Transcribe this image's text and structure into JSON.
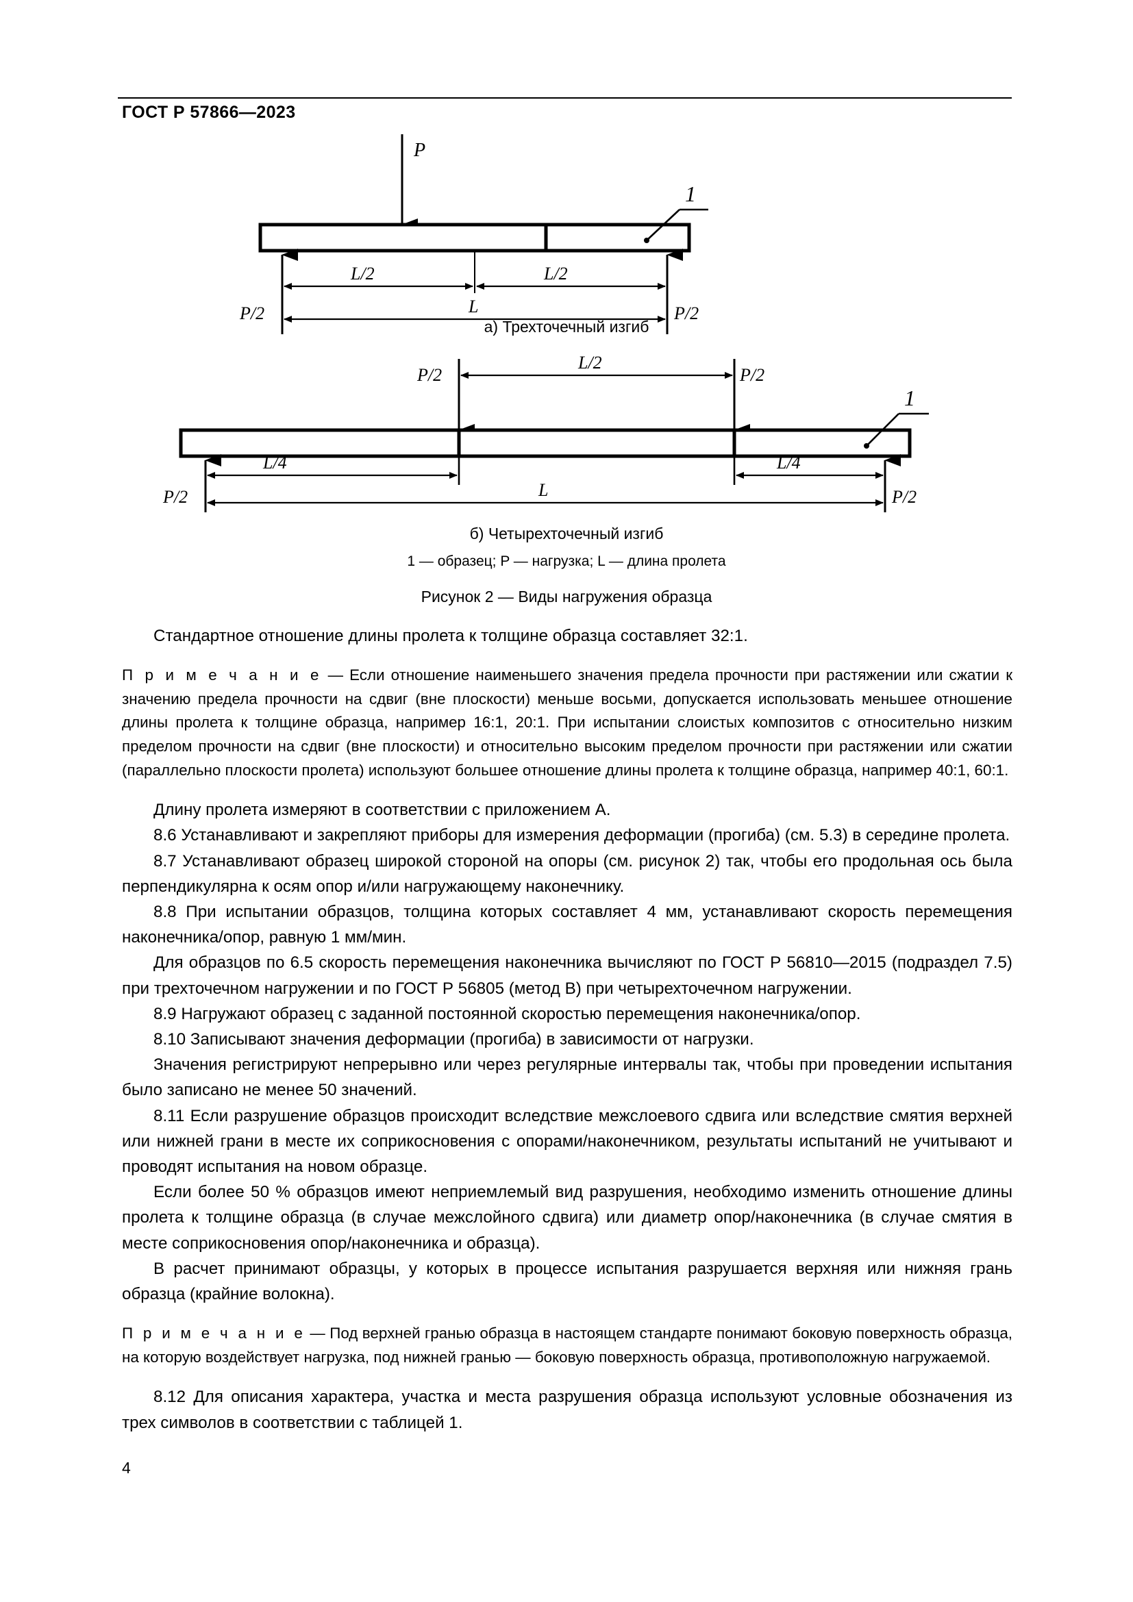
{
  "header": {
    "standard": "ГОСТ Р 57866—2023"
  },
  "figure": {
    "load_label": "P",
    "item_label": "1",
    "half_span_label": "L/2",
    "quarter_span_label": "L/4",
    "span_label": "L",
    "half_load_label": "P/2",
    "caption_a": "а)  Трехточечный изгиб",
    "caption_b": "б)  Четырехточечный изгиб",
    "legend": "1 — образец; P — нагрузка; L — длина пролета",
    "title": "Рисунок 2 — Виды нагружения образца"
  },
  "body": {
    "p_ratio": "Стандартное отношение длины пролета к толщине образца составляет 32:1.",
    "note1_label": "П р и м е ч а н и е",
    "note1_text": "  — Если отношение наименьшего значения предела прочности при растяжении или сжатии к значению предела прочности на сдвиг (вне плоскости) меньше восьми, допускается использовать меньшее отношение длины пролета к толщине образца, например 16:1, 20:1. При испытании слоистых композитов с относительно низким пределом прочности на сдвиг (вне плоскости) и относительно высоким пределом прочности при растяжении или сжатии (параллельно плоскости пролета) используют большее отношение длины пролета к толщине образца, например 40:1, 60:1.",
    "p_span_measure": "Длину пролета измеряют в соответствии с приложением А.",
    "p_8_6": "8.6  Устанавливают и закрепляют приборы для измерения деформации (прогиба) (см. 5.3) в середине пролета.",
    "p_8_7": "8.7  Устанавливают образец широкой стороной на опоры (см. рисунок 2) так, чтобы его продольная ось была перпендикулярна к осям опор и/или нагружающему наконечнику.",
    "p_8_8": "8.8  При испытании образцов, толщина которых составляет 4 мм, устанавливают скорость перемещения наконечника/опор, равную 1 мм/мин.",
    "p_speed": "Для образцов по 6.5 скорость перемещения наконечника вычисляют по ГОСТ Р 56810—2015 (подраздел 7.5) при трехточечном нагружении и по ГОСТ Р 56805 (метод В) при четырехточечном нагружении.",
    "p_8_9": "8.9  Нагружают образец с заданной постоянной скоростью перемещения наконечника/опор.",
    "p_8_10": "8.10  Записывают значения деформации (прогиба) в зависимости от нагрузки.",
    "p_record": "Значения регистрируют непрерывно или через регулярные интервалы так, чтобы при проведении испытания было записано не менее 50 значений.",
    "p_8_11": "8.11  Если разрушение образцов происходит вследствие межслоевого сдвига или вследствие смятия верхней или нижней грани в месте их соприкосновения с опорами/наконечником, результаты испытаний не учитывают и проводят испытания на новом образце.",
    "p_50percent": "Если более 50 % образцов имеют неприемлемый вид разрушения, необходимо изменить отношение длины пролета к толщине образца (в случае межслойного сдвига) или диаметр опор/наконечника (в случае смятия в месте соприкосновения опор/наконечника и образца).",
    "p_calc": "В расчет принимают образцы, у которых в процессе испытания разрушается верхняя или нижняя грань образца (крайние волокна).",
    "note2_label": "П р и м е ч а н и е",
    "note2_text": " — Под верхней гранью образца в настоящем стандарте понимают боковую поверхность образца, на которую воздействует нагрузка, под нижней гранью — боковую поверхность образца, противоположную нагружаемой.",
    "p_8_12": "8.12 Для описания характера, участка и места разрушения образца используют условные обозначения из трех символов в соответствии с таблицей 1."
  },
  "footer": {
    "page_number": "4"
  }
}
